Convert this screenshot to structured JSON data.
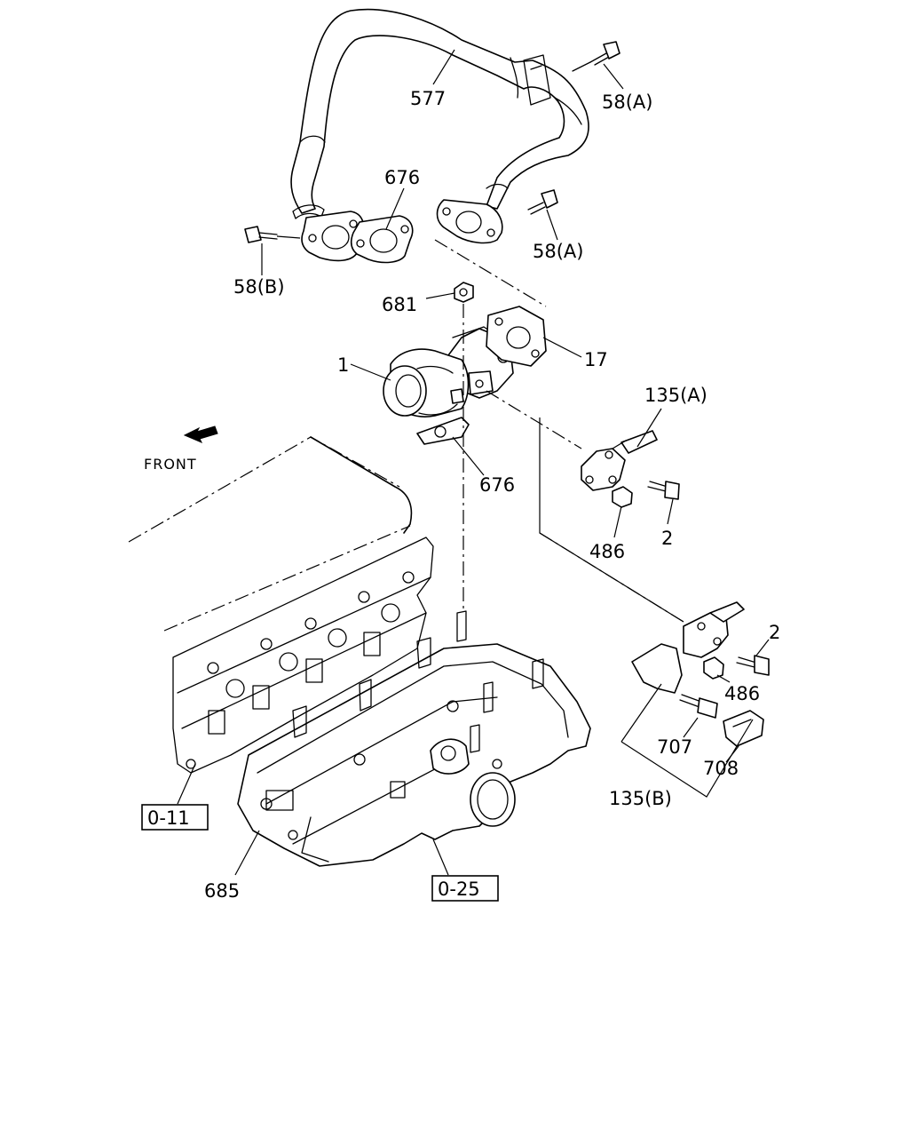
{
  "callouts": {
    "p577": "577",
    "p58A_top": "58(A)",
    "p676_top": "676",
    "p58A_mid": "58(A)",
    "p58B": "58(B)",
    "p681": "681",
    "p17": "17",
    "p1": "1",
    "p135A": "135(A)",
    "p676_low": "676",
    "p486_up": "486",
    "p2_up": "2",
    "p2_low": "2",
    "p486_low": "486",
    "p707": "707",
    "p708": "708",
    "p135B": "135(B)",
    "p685": "685"
  },
  "references": {
    "ref_011": "0-11",
    "ref_025": "0-25"
  },
  "direction": {
    "label": "FRONT",
    "icon": "arrow-icon"
  }
}
